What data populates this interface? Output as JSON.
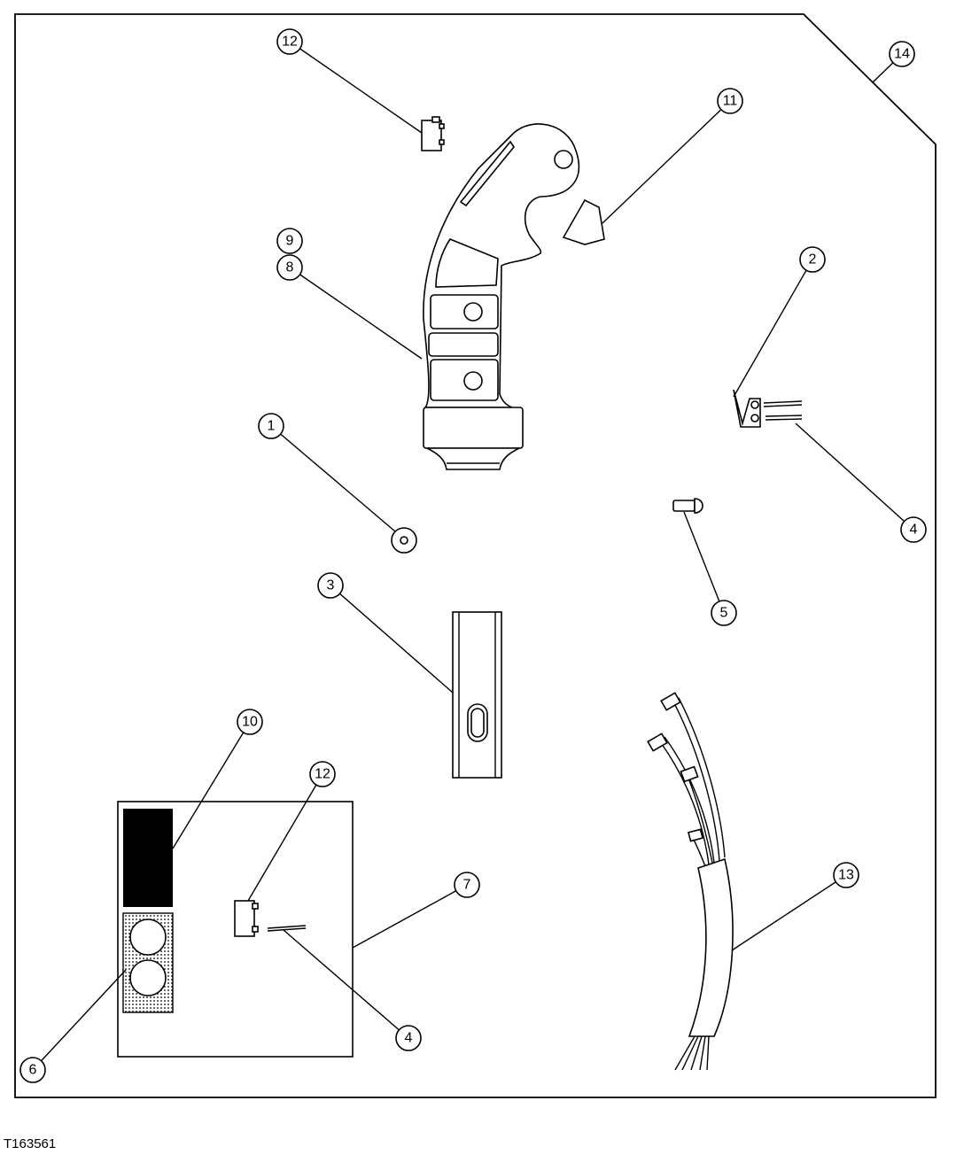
{
  "figure_id": "T163561",
  "callouts": [
    {
      "label": "1"
    },
    {
      "label": "2"
    },
    {
      "label": "3"
    },
    {
      "label": "4"
    },
    {
      "label": "4"
    },
    {
      "label": "5"
    },
    {
      "label": "6"
    },
    {
      "label": "7"
    },
    {
      "label": "8"
    },
    {
      "label": "9"
    },
    {
      "label": "10"
    },
    {
      "label": "11"
    },
    {
      "label": "12"
    },
    {
      "label": "12"
    },
    {
      "label": "13"
    },
    {
      "label": "14"
    }
  ]
}
